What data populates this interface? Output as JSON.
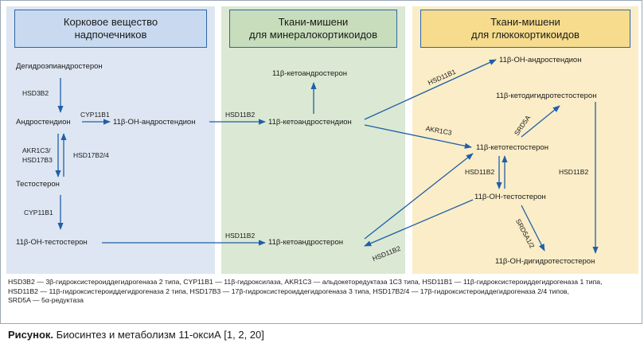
{
  "headers": {
    "adrenal_cortex": [
      "Корковое вещество",
      "надпочечников"
    ],
    "mineralocorticoid_targets": [
      "Ткани-мишени",
      "для минералокортикоидов"
    ],
    "glucocorticoid_targets": [
      "Ткани-мишени",
      "для глюкокортикоидов"
    ]
  },
  "metabolites": {
    "dhea": "Дегидроэпиандростерон",
    "androstenedione": "Андростендион",
    "ohad_adrenal": "11β-OH-андростендион",
    "testosterone": "Тестостерон",
    "oht_adrenal": "11β-OH-тестостерон",
    "keto_androsterone_top": "11β-кетоандростерон",
    "keto_androstenedione": "11β-кетоандростендион",
    "keto_androsterone_bottom": "11β-кетоандростерон",
    "ohad_target": "11β-OH-андростендион",
    "keto_dht": "11β-кетодигидротестостерон",
    "keto_testosterone": "11β-кетотестостерон",
    "oht_target": "11β-OH-тестостерон",
    "oh_dht": "11β-OH-дигидротестостерон"
  },
  "enzymes": {
    "hsd3b2": "HSD3B2",
    "cyp11b1_top": "CYP11B1",
    "akr1c3_hsd17b3": [
      "AKR1C3/",
      "HSD17B3"
    ],
    "hsd17b2_4": "HSD17B2/4",
    "cyp11b1_bottom": "CYP11B1",
    "hsd11b2_mid": "HSD11B2",
    "hsd11b2_bottom": "HSD11B2",
    "hsd11b1": "HSD11B1",
    "akr1c3": "AKR1C3",
    "srd5a": "SRD5A",
    "hsd11b2_right_left": "HSD11B2",
    "hsd11b2_right_right": "HSD11B2",
    "srd5a1_2": "SRD5A1/2",
    "hsd11b2_diag": "HSD11B2"
  },
  "legend": [
    "HSD3B2 — 3β-гидроксистероиддегидрогеназа 2 типа, CYP11B1 — 11β-гидроксилаза, AKR1C3 — альдокеторедуктаза 1C3 типа, HSD11B1 — 11β-гидроксистероиддегидрогеназа 1 типа,",
    "HSD11B2 — 11β-гидроксистероиддегидрогеназа 2 типа, HSD17B3 — 17β-гидроксистероиддегидрогеназа 3 типа, HSD17B2/4 — 17β-гидроксистероиддегидрогеназа 2/4 типов,",
    "SRD5A — 5α-редуктаза"
  ],
  "caption": {
    "label": "Рисунок.",
    "text": " Биосинтез и метаболизм 11-оксиА [1, 2, 20]"
  },
  "colors": {
    "arrow": "#1f5fa8",
    "panel_adrenal": "#dde6f2",
    "panel_mineralo": "#dbe8d3",
    "panel_gluco": "#faedc7",
    "header_border": "#2b66a7"
  }
}
